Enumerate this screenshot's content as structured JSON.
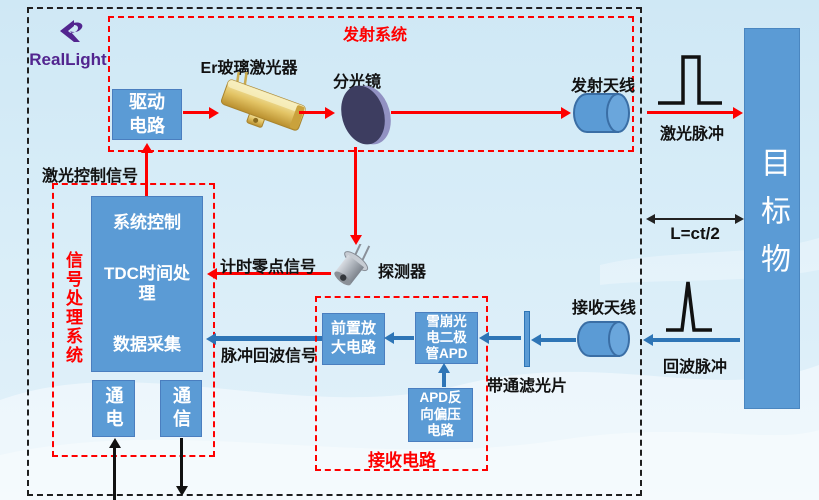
{
  "logo": {
    "text": "RealLight",
    "color": "#52258f"
  },
  "colors": {
    "accent_red": "#fe0000",
    "box_blue": "#5b9bd5",
    "arrow_blue": "#2e75b6",
    "ink": "#1f1f1f"
  },
  "tx_system": {
    "title": "发射系统",
    "drive_box": "驱动\n电路",
    "laser_label": "Er玻璃激光器",
    "splitter_label": "分光镜",
    "antenna_label": "发射天线"
  },
  "sp_system": {
    "title": "信号处理系统",
    "processor": {
      "line1": "系统控制",
      "line2": "TDC时间处理",
      "line3": "数据采集"
    },
    "power_box": "通电",
    "comm_box": "通信"
  },
  "rx_circuit": {
    "title": "接收电路",
    "preamp_box": "前置放\n大电路",
    "apd_box": "雪崩光\n电二极\n管APD",
    "bias_box": "APD反\n向偏压\n电路"
  },
  "optics": {
    "detector_label": "探测器",
    "bandpass_label": "带通滤光片",
    "rx_antenna_label": "接收天线"
  },
  "signals": {
    "laser_control": "激光控制信号",
    "timing_zero": "计时零点信号",
    "pulse_echo": "脉冲回波信号",
    "laser_pulse": "激光脉冲",
    "echo_pulse": "回波脉冲"
  },
  "target": {
    "label": "目标物",
    "distance_formula": "L=ct/2"
  }
}
